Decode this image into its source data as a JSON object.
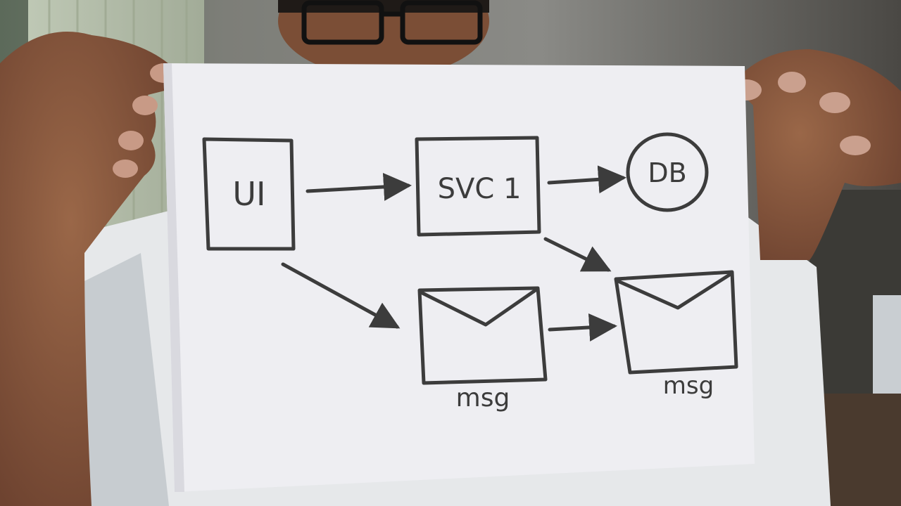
{
  "colors": {
    "paper": "#eeeef2",
    "ink": "#3c3c3c",
    "wall": "#8a8a86",
    "skin": "#8a5a3e",
    "shirt": "#e6e8ea"
  },
  "diagram": {
    "nodes": {
      "ui": {
        "label": "UI"
      },
      "svc1": {
        "label": "SVC 1"
      },
      "db": {
        "label": "DB"
      },
      "msg1": {
        "label": "msg",
        "icon": "envelope-icon"
      },
      "msg2": {
        "label": "msg",
        "icon": "envelope-icon"
      }
    },
    "edges": [
      {
        "from": "UI",
        "to": "SVC 1"
      },
      {
        "from": "SVC 1",
        "to": "DB"
      },
      {
        "from": "UI",
        "to": "msg"
      },
      {
        "from": "SVC 1",
        "to": "msg"
      },
      {
        "from": "msg",
        "to": "msg"
      }
    ]
  }
}
